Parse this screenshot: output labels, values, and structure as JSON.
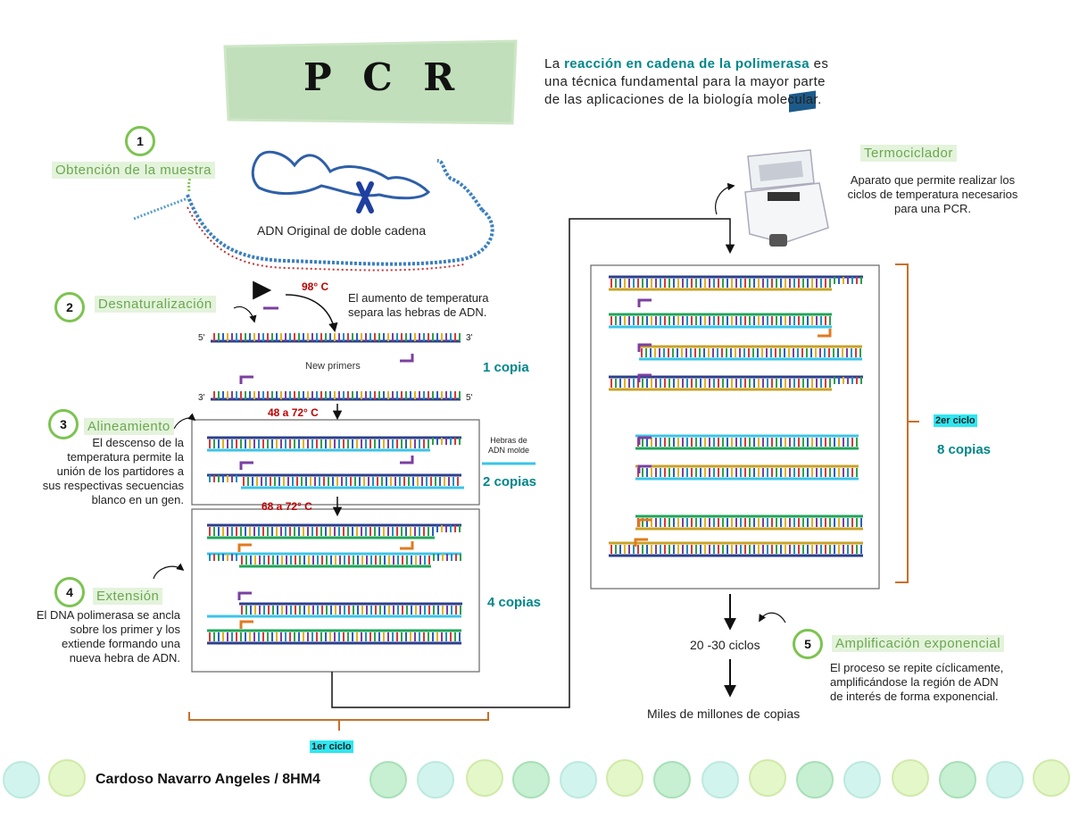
{
  "title": "P C R",
  "intro": {
    "prefix": "La ",
    "highlight": "reacción en cadena de la polimerasa",
    "line1_suffix": " es",
    "line2": "una técnica fundamental para la mayor parte",
    "line3": "de las aplicaciones de la biología molecular."
  },
  "steps": {
    "s1": {
      "num": "1",
      "label": "Obtención de la muestra",
      "dna_caption": "ADN Original de doble cadena"
    },
    "s2": {
      "num": "2",
      "label": "Desnaturalización",
      "temp": "98° C",
      "desc1": "El aumento de temperatura",
      "desc2": "separa las hebras de ADN.",
      "copies": "1 copia",
      "new_primers": "New primers"
    },
    "s3": {
      "num": "3",
      "label": "Alineamiento",
      "temp": "48 a 72° C",
      "desc": [
        "El descenso de la",
        "temperatura permite la",
        "unión de los partidores a",
        "sus respectivas secuencias",
        "blanco en un gen."
      ],
      "legend1": "Hebras de",
      "legend2": "ADN molde",
      "copies": "2 copias"
    },
    "s4": {
      "num": "4",
      "label": "Extensión",
      "temp": "68 a 72° C",
      "desc": [
        "El DNA polimerasa se ancla",
        "sobre los primer y los",
        "extiende formando una",
        "nueva hebra de ADN."
      ],
      "copies": "4 copias"
    },
    "s5": {
      "num": "5",
      "label": "Amplificación exponencial",
      "desc": [
        "El proceso se repite cíclicamente,",
        "amplificándose la región de ADN",
        "de interés de forma exponencial."
      ],
      "cycles": "20 -30 ciclos",
      "result": "Miles de millones de copias"
    }
  },
  "ends": {
    "five": "5'",
    "three": "3'"
  },
  "thermo": {
    "label": "Termociclador",
    "desc": [
      "Aparato que permite realizar los",
      "ciclos de temperatura necesarios",
      "para una PCR."
    ]
  },
  "cycle1": "1er ciclo",
  "cycle2": "2er ciclo",
  "copies8": "8 copias",
  "author": "Cardoso Navarro Angeles / 8HM4",
  "colors": {
    "accent_green": "#7cc450",
    "label_green": "#6aa84f",
    "teal": "#00868b",
    "temp_red": "#c00000",
    "bracket_orange": "#c8702a",
    "cyan_highlight": "#2ee6f0",
    "template_strand": "#3bc4e8",
    "navy_strand": "#2b3f8c"
  }
}
